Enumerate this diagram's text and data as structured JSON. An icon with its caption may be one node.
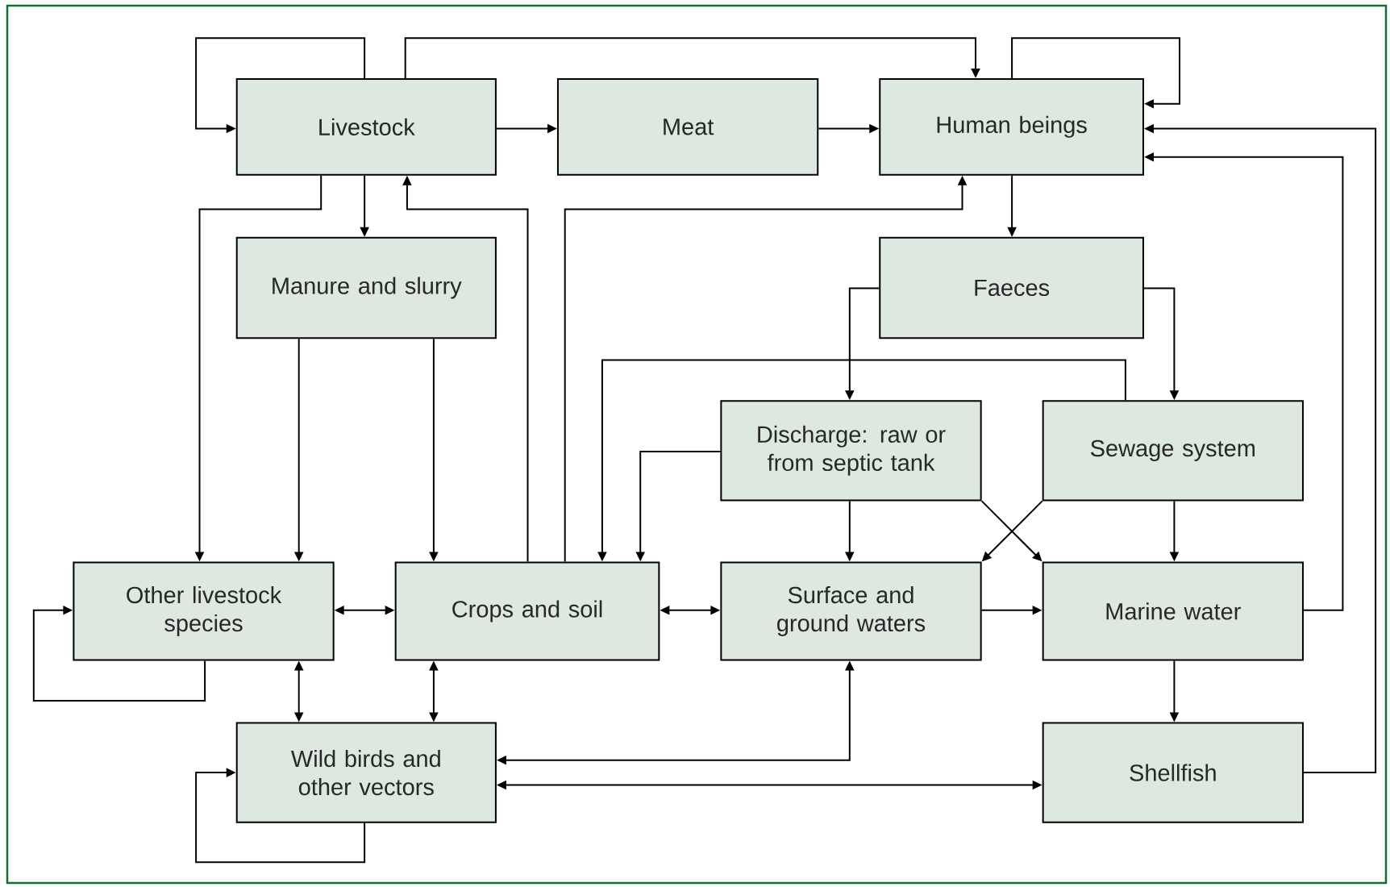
{
  "diagram": {
    "nodes": [
      {
        "text": [
          "Livestock"
        ]
      },
      {
        "text": [
          "Meat"
        ]
      },
      {
        "text": [
          "Human beings"
        ]
      },
      {
        "text": [
          "Manure and slurry"
        ]
      },
      {
        "text": [
          "Faeces"
        ]
      },
      {
        "text": [
          "Discharge: raw or from septic tank"
        ]
      },
      {
        "text": [
          "Sewage system"
        ]
      },
      {
        "text": [
          "Other livestock species"
        ]
      },
      {
        "text": [
          "Crops and soil"
        ]
      },
      {
        "text": [
          "Surface and ground waters"
        ]
      },
      {
        "text": [
          "Marine water"
        ]
      },
      {
        "text": [
          "Wild birds and other vectors"
        ]
      },
      {
        "text": [
          "Shellfish"
        ]
      }
    ],
    "edges": [
      {
        "from": 0,
        "to": 0,
        "arrow": "to"
      },
      {
        "from": 0,
        "to": 2,
        "arrow": "to"
      },
      {
        "from": 2,
        "to": 2,
        "arrow": "to"
      },
      {
        "from": 0,
        "to": 1,
        "arrow": "to"
      },
      {
        "from": 1,
        "to": 2,
        "arrow": "to"
      },
      {
        "from": 0,
        "to": 7,
        "arrow": "to"
      },
      {
        "from": 0,
        "to": 3,
        "arrow": "to"
      },
      {
        "from": 8,
        "to": 0,
        "arrow": "to"
      },
      {
        "from": 8,
        "to": 2,
        "arrow": "to"
      },
      {
        "from": 2,
        "to": 4,
        "arrow": "to"
      },
      {
        "from": 10,
        "to": 2,
        "arrow": "to"
      },
      {
        "from": 12,
        "to": 2,
        "arrow": "to"
      },
      {
        "from": 3,
        "to": 7,
        "arrow": "to"
      },
      {
        "from": 3,
        "to": 8,
        "arrow": "to"
      },
      {
        "from": 4,
        "to": 5,
        "arrow": "to"
      },
      {
        "from": 4,
        "to": 6,
        "arrow": "to"
      },
      {
        "from": 6,
        "to": 8,
        "arrow": "to"
      },
      {
        "from": 5,
        "to": 8,
        "arrow": "to"
      },
      {
        "from": 5,
        "to": 9,
        "arrow": "to"
      },
      {
        "from": 5,
        "to": 10,
        "arrow": "to"
      },
      {
        "from": 6,
        "to": 9,
        "arrow": "to"
      },
      {
        "from": 6,
        "to": 10,
        "arrow": "to"
      },
      {
        "from": 7,
        "to": 8,
        "arrow": "both"
      },
      {
        "from": 8,
        "to": 9,
        "arrow": "both"
      },
      {
        "from": 9,
        "to": 10,
        "arrow": "to"
      },
      {
        "from": 7,
        "to": 7,
        "arrow": "to"
      },
      {
        "from": 7,
        "to": 11,
        "arrow": "both"
      },
      {
        "from": 8,
        "to": 11,
        "arrow": "both"
      },
      {
        "from": 9,
        "to": 11,
        "arrow": "both"
      },
      {
        "from": 11,
        "to": 12,
        "arrow": "both"
      },
      {
        "from": 10,
        "to": 12,
        "arrow": "to"
      },
      {
        "from": 11,
        "to": 11,
        "arrow": "to"
      }
    ]
  }
}
